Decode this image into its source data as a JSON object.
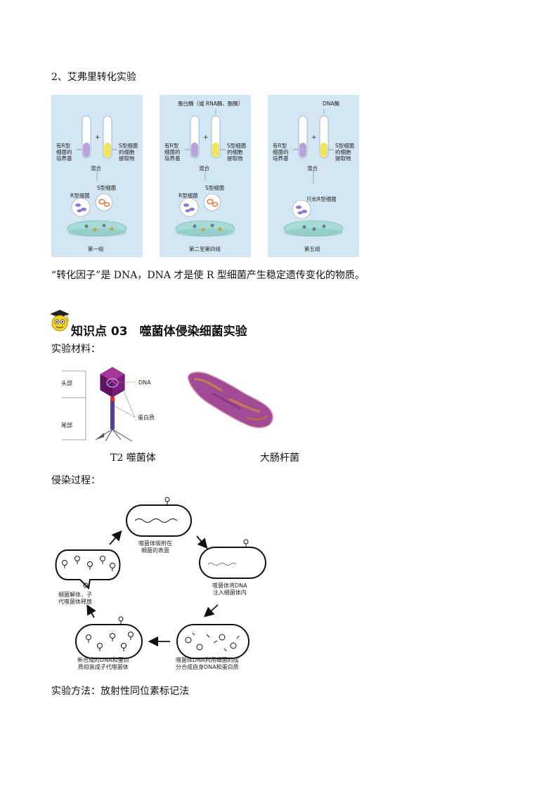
{
  "section2": {
    "title": "2、艾弗里转化实验",
    "panels": [
      {
        "top_label": "",
        "left_label": [
          "有R型",
          "细菌的",
          "培养基"
        ],
        "right_label": [
          "S型细菌",
          "的细胞",
          "提取物"
        ],
        "plus": "+",
        "mix": "混合",
        "result_labels": [
          "S型细菌",
          "R型细菌"
        ],
        "caption": "第一组"
      },
      {
        "top_label": "蛋白酶（或 RNA酶、酯酶）",
        "left_label": [
          "有R型",
          "细菌的",
          "培养基"
        ],
        "right_label": [
          "S型细菌",
          "的细胞",
          "提取物"
        ],
        "plus": "+",
        "mix": "混合",
        "result_labels": [
          "S型细菌",
          "R型细菌"
        ],
        "caption": "第二至第四组"
      },
      {
        "top_label": "DNA酶",
        "left_label": [
          "有R型",
          "细菌的",
          "培养基"
        ],
        "right_label": [
          "S型细菌",
          "的细胞",
          "提取物"
        ],
        "plus": "+",
        "mix": "混合",
        "result_labels": [
          "只长R型细菌"
        ],
        "caption": "第五组"
      }
    ],
    "conclusion": "“转化因子”是 DNA，DNA 才是使 R 型细菌产生稳定遗传变化的物质。"
  },
  "section3": {
    "heading": "知识点 03　噬菌体侵染细菌实验",
    "materials_label": "实验材料：",
    "phage": {
      "head": "头部",
      "tail": "尾部",
      "dna": "DNA",
      "protein": "蛋白质",
      "caption": "T2 噬菌体"
    },
    "ecoli_caption": "大肠杆菌",
    "process_label": "侵染过程：",
    "cycle": {
      "adsorb": [
        "噬菌体吸附在",
        "细菌的表面"
      ],
      "inject": [
        "噬菌体将DNA",
        "注入细菌体内"
      ],
      "synthesize": [
        "噬菌体DNA利用细菌的成",
        "分合成自身DNA和蛋白质"
      ],
      "assemble": [
        "新合成的DNA和蛋白",
        "质组装成子代噬菌体"
      ],
      "lyse": [
        "细菌解体，子",
        "代噬菌体释放"
      ]
    },
    "method": "实验方法：放射性同位素标记法"
  },
  "colors": {
    "panel_bg": "#d2e6f4",
    "tube_purple": "#b9a3dc",
    "tube_yellow": "#f2e35c",
    "dish": "#a6dbd6",
    "ecoli": "#a14a96"
  }
}
